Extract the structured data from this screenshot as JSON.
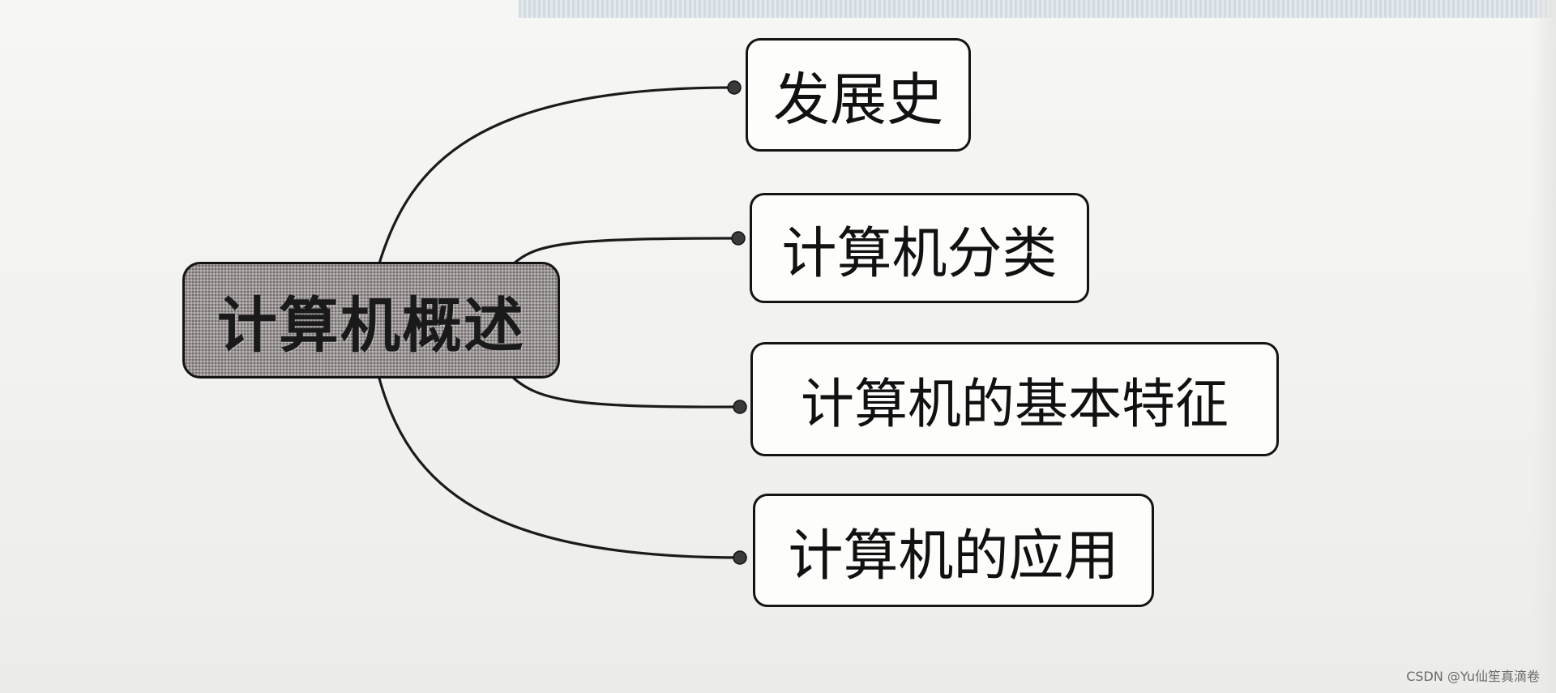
{
  "root": {
    "label": "计算机概述"
  },
  "branches": [
    {
      "label": "发展史"
    },
    {
      "label": "计算机分类"
    },
    {
      "label": "计算机的基本特征"
    },
    {
      "label": "计算机的应用"
    }
  ],
  "watermark": "CSDN @Yu仙笙真滴卷"
}
